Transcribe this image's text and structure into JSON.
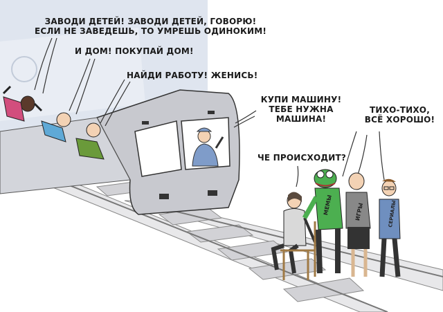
{
  "speech": {
    "kids_line1": "ЗАВОДИ ДЕТЕЙ! ЗАВОДИ ДЕТЕЙ, ГОВОРЮ!",
    "kids_line2": "ЕСЛИ НЕ ЗАВЕДЕШЬ, ТО УМРЕШЬ ОДИНОКИМ!",
    "house": "И ДОМ! ПОКУПАЙ ДОМ!",
    "job": "НАЙДИ РАБОТУ! ЖЕНИСЬ!",
    "car_line1": "КУПИ МАШИНУ!",
    "car_line2": "ТЕБЕ НУЖНА",
    "car_line3": "МАШИНА!",
    "what": "ЧЕ ПРОИСХОДИТ?",
    "calm_line1": "ТИХО-ТИХО,",
    "calm_line2": "ВСЁ ХОРОШО!"
  },
  "shirts": {
    "memes": "МЕМЫ",
    "games": "ИГРЫ",
    "series": "СЕРИАЛЫ"
  },
  "colors": {
    "train": "#c7c8ce",
    "tunnel": "#d9e0ec",
    "rail": "#d8d8dc",
    "pepe": "#4caf50",
    "shirt_green": "#6a9a3a",
    "driver": "#7f9cc9"
  }
}
